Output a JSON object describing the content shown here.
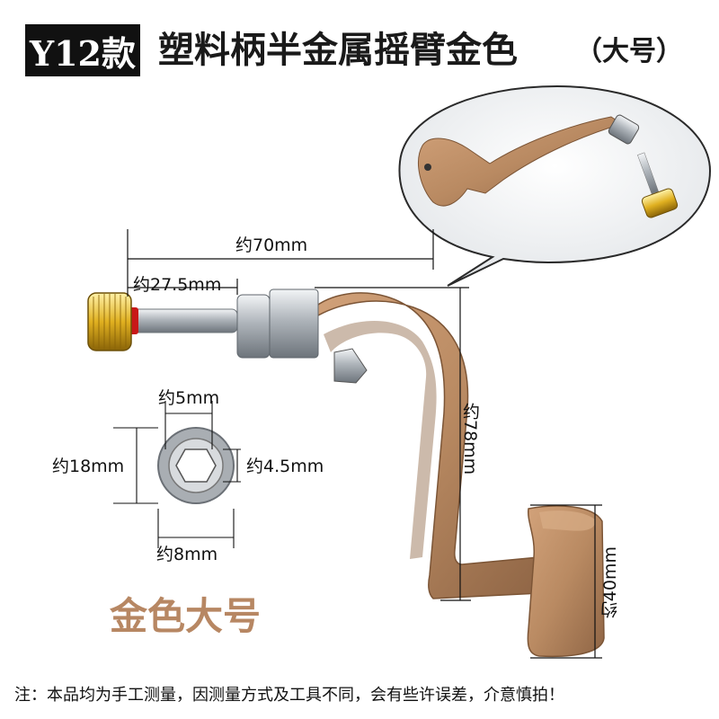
{
  "header": {
    "badge": "Y12款",
    "title": "塑料柄半金属摇臂金色",
    "title_suffix": "（大号）"
  },
  "dimensions": {
    "total_length": "约70mm",
    "shaft_length": "约27.5mm",
    "height": "约78mm",
    "knob_width": "约40mm",
    "hex_inner_width": "约5mm",
    "hex_inner_diag": "约4.5mm",
    "outer_diameter": "约18mm",
    "hole_diameter": "约8mm"
  },
  "variant_label": "金色大号",
  "footnote": "注：本品均为手工测量，因测量方式及工具不同，会有些许误差，介意慎拍！",
  "colors": {
    "arm_gold": "#b98a62",
    "arm_shadow": "#8f6545",
    "knob_gold": "#e0b020",
    "chrome": "#c8ccd0",
    "label_gold": "#b78763",
    "badge_bg": "#111111"
  },
  "icons": [
    "crank-arm-product-photo",
    "hex-socket-diagram",
    "zoom-speech-bubble"
  ]
}
